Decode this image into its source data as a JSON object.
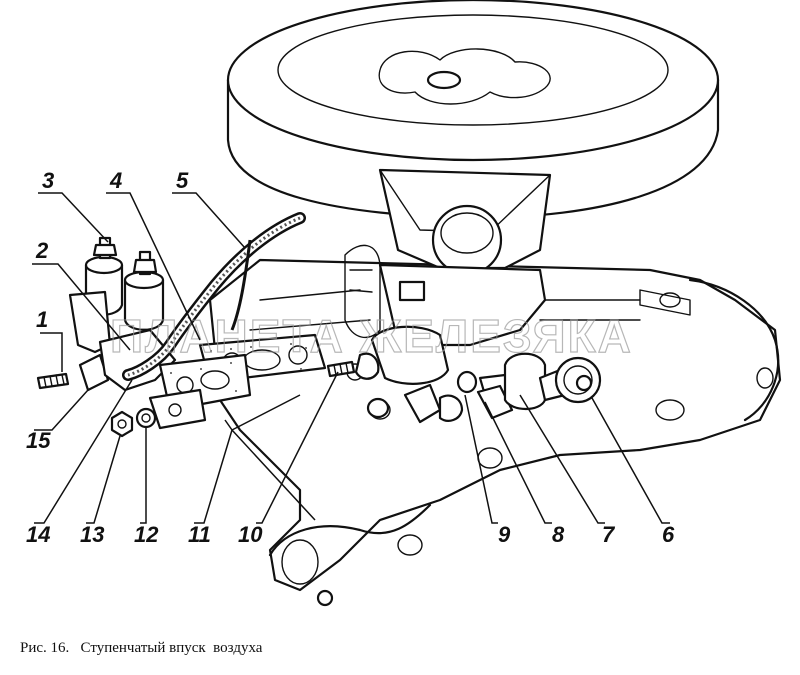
{
  "caption": "Рис. 16.   Ступенчатый впуск  воздуха",
  "watermark": "ПЛАНЕТА ЖЕЛЕЗЯКА",
  "callouts": [
    "1",
    "2",
    "3",
    "4",
    "5",
    "6",
    "7",
    "8",
    "9",
    "10",
    "11",
    "12",
    "13",
    "14",
    "15"
  ],
  "colors": {
    "ink": "#111111",
    "background": "#ffffff",
    "watermark": "#9a9a9a"
  }
}
